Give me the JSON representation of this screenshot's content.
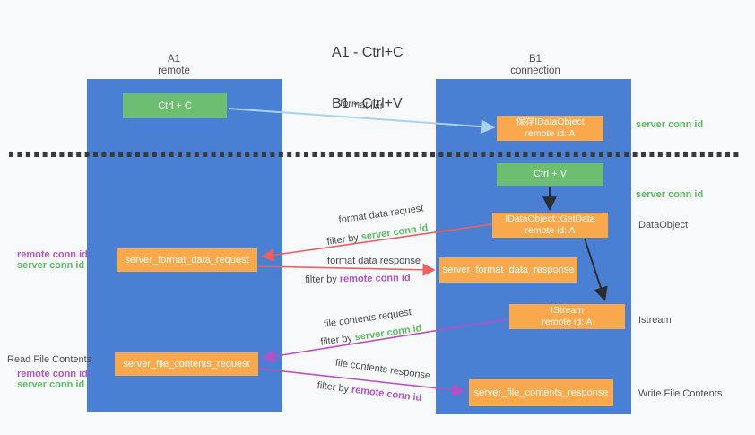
{
  "title": {
    "line1": "A1 - Ctrl+C",
    "line2": "B1 - Ctrl+V"
  },
  "lanes": {
    "a": {
      "name": "A1",
      "role": "remote"
    },
    "b": {
      "name": "B1",
      "role": "connection"
    }
  },
  "nodes": {
    "ctrl_c": {
      "label": "Ctrl + C"
    },
    "save_dataobject": {
      "line1": "保存IDataObject",
      "line2": "remote id: A"
    },
    "ctrl_v": {
      "label": "Ctrl + V"
    },
    "getdata": {
      "line1": "IDataObject::GetData",
      "line2": "remote id: A"
    },
    "format_request": {
      "label": "server_format_data_request"
    },
    "format_response": {
      "label": "server_format_data_response"
    },
    "istream": {
      "line1": "IStream",
      "line2": "remote id: A"
    },
    "file_request": {
      "label": "server_file_contents_request"
    },
    "file_response": {
      "label": "server_file_contents_response"
    }
  },
  "arrow_labels": {
    "format_list": "format list",
    "format_data_request": "format data request",
    "format_data_response": "format data response",
    "file_contents_request": "file contents request",
    "file_contents_response": "file contents response",
    "filter_by": "filter by"
  },
  "conn_ids": {
    "server": "server conn id",
    "remote": "remote conn id"
  },
  "side_labels": {
    "dataobject": "DataObject",
    "istream": "Istream",
    "write_file_contents": "Write File Contents",
    "read_file_contents": "Read File Contents"
  },
  "colors": {
    "lane_blue": "#4a80d4",
    "node_orange": "#f9a94b",
    "node_green": "#6dbe71",
    "server_conn_id_text": "#5cbc60",
    "remote_conn_id_text": "#b054c8",
    "request_arrow_red": "#ee5f5f",
    "response_arrow_magenta": "#bb4ec2",
    "format_list_arrow_blue": "#a9d2f0",
    "black_arrow": "#2b2b2b",
    "dotted_divider": "#3a3a3a"
  }
}
